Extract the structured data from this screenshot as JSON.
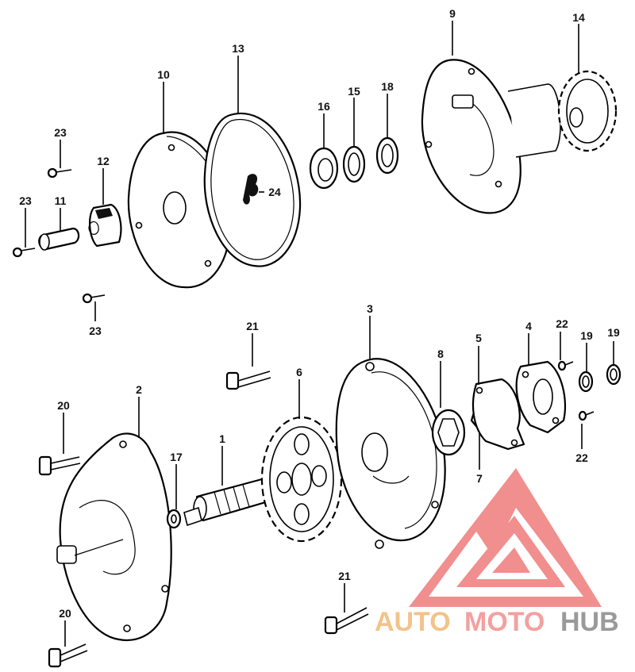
{
  "callouts": {
    "c1": "1",
    "c2": "2",
    "c3": "3",
    "c4": "4",
    "c5": "5",
    "c6": "6",
    "c7": "7",
    "c8": "8",
    "c9": "9",
    "c10": "10",
    "c11": "11",
    "c12": "12",
    "c13": "13",
    "c14": "14",
    "c15": "15",
    "c16": "16",
    "c17": "17",
    "c18": "18",
    "c19a": "19",
    "c19b": "19",
    "c20a": "20",
    "c20b": "20",
    "c21a": "21",
    "c21b": "21",
    "c22a": "22",
    "c22b": "22",
    "c23a": "23",
    "c23b": "23",
    "c23c": "23",
    "c24": "24"
  },
  "watermark": {
    "part1": "AUTO",
    "part2": "MOTO",
    "part3": "HUB",
    "color1": "#f2c38a",
    "color2": "#f3a0a0",
    "color3": "#9a9a9a",
    "logo_color": "#ef7b7b"
  }
}
